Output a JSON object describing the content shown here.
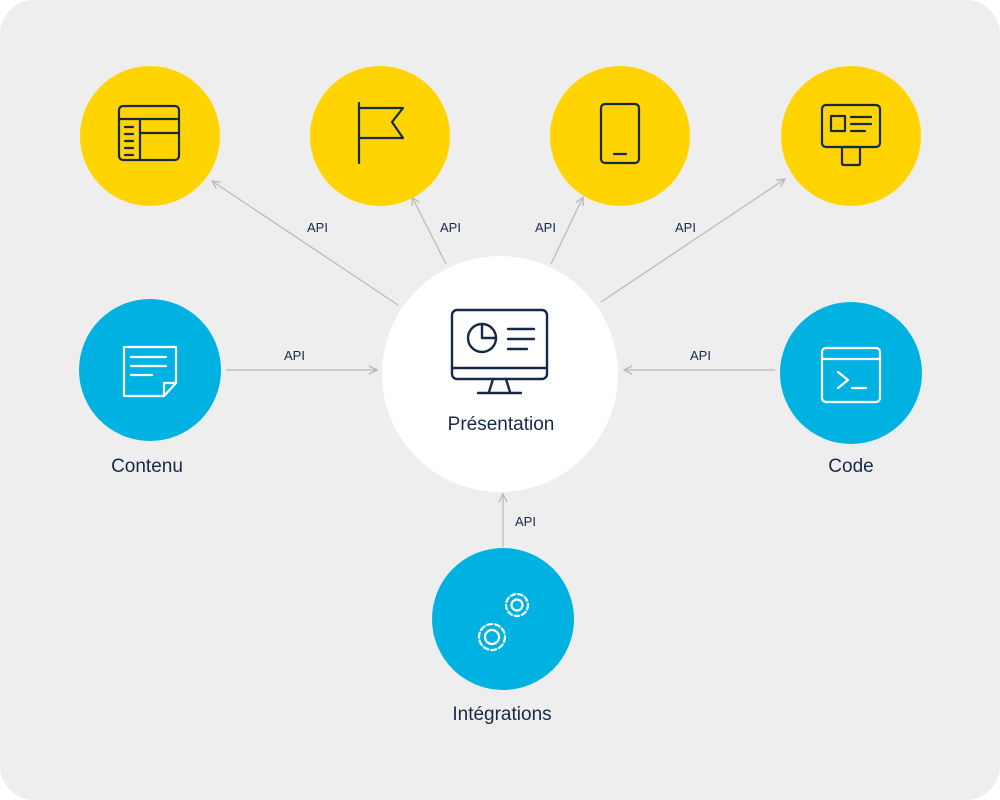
{
  "nodes": {
    "presentation": {
      "label": "Présentation"
    },
    "contenu": {
      "label": "Contenu"
    },
    "code": {
      "label": "Code"
    },
    "integrations": {
      "label": "Intégrations"
    }
  },
  "connections": [
    {
      "id": "c1",
      "label": "API"
    },
    {
      "id": "c2",
      "label": "API"
    },
    {
      "id": "c3",
      "label": "API"
    },
    {
      "id": "c4",
      "label": "API"
    },
    {
      "id": "c5",
      "label": "API"
    },
    {
      "id": "c6",
      "label": "API"
    },
    {
      "id": "c7",
      "label": "API"
    }
  ],
  "colors": {
    "background": "#efeeee",
    "yellow": "#ffd400",
    "blue": "#00b2e2",
    "center": "#ffffff",
    "icon_on_yellow": "#16294a",
    "icon_on_blue": "#ffffff",
    "connector": "#b8b8b8",
    "text": "#16294a"
  },
  "icons": {
    "top1": "website-layout-icon",
    "top2": "flag-icon",
    "top3": "mobile-phone-icon",
    "top4": "kiosk-display-icon",
    "presentation": "monitor-dashboard-icon",
    "contenu": "document-note-icon",
    "code": "terminal-window-icon",
    "integrations": "gears-icon"
  }
}
